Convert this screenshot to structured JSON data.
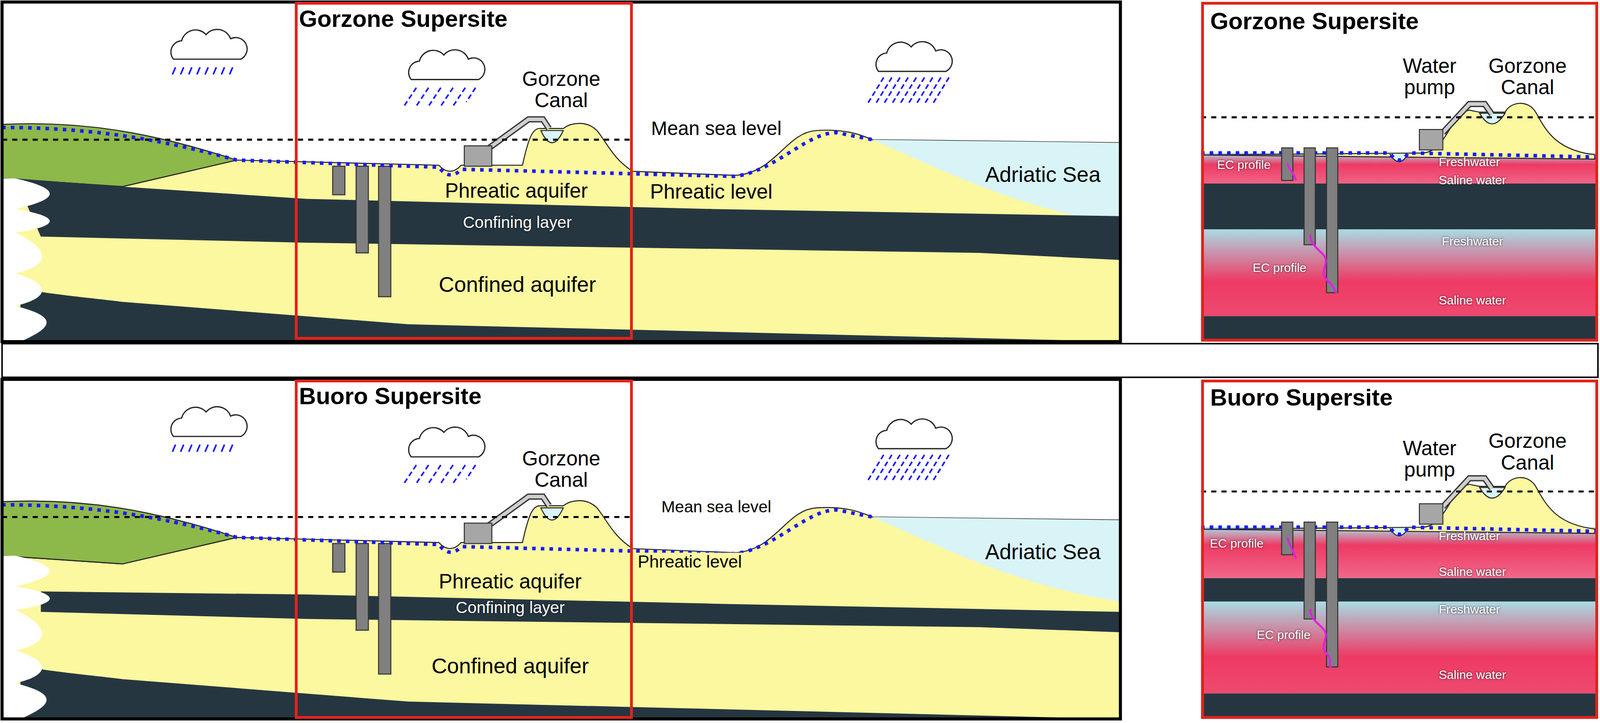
{
  "diagram": {
    "nodes": [
      {
        "text": [
          "Gorzone Supersite"
        ]
      },
      {
        "text": [
          "Gorzone Supersite"
        ]
      },
      {
        "text": [
          "Buoro Supersite"
        ]
      },
      {
        "text": [
          "Buoro Supersite"
        ]
      }
    ],
    "labels": [
      "Gorzone Canal",
      "Mean sea level",
      "Phreatic aquifer",
      "Phreatic level",
      "Confining layer",
      "Confined aquifer",
      "Adriatic Sea",
      "Water pump",
      "Gorzone Canal",
      "EC profile",
      "Freshwater",
      "Saline water",
      "Freshwater",
      "EC profile",
      "Saline water",
      "Gorzone Canal",
      "Mean sea level",
      "Phreatic aquifer",
      "Phreatic level",
      "Confining layer",
      "Confined aquifer",
      "Adriatic Sea",
      "Water pump",
      "Gorzone Canal",
      "EC profile",
      "Freshwater",
      "Saline water",
      "Freshwater",
      "EC profile",
      "Saline water"
    ]
  }
}
